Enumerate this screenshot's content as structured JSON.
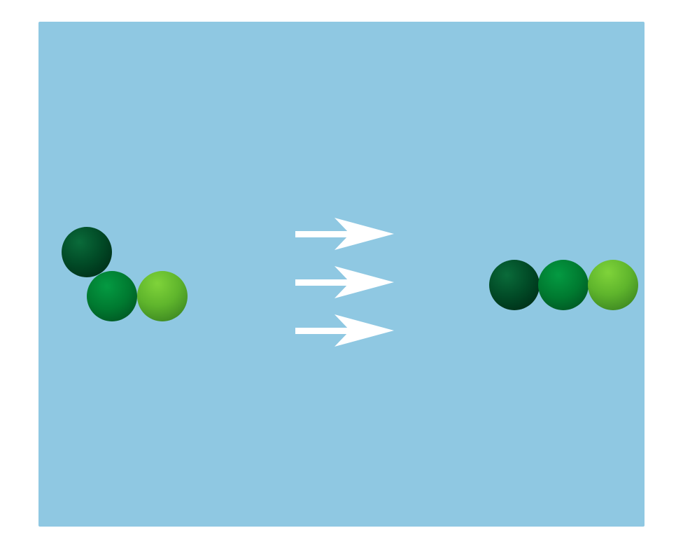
{
  "colors": {
    "background": "#8fc8e2",
    "page": "#ffffff",
    "arrow": "#ffffff",
    "sphere_dark": "#005a2e",
    "sphere_mid": "#008a36",
    "sphere_light": "#66c12e"
  },
  "diagram": {
    "before_state": {
      "spheres": [
        {
          "shade": "dark"
        },
        {
          "shade": "mid"
        },
        {
          "shade": "light"
        }
      ]
    },
    "transition": {
      "icon": "right-arrow-icon",
      "arrow_count": 3
    },
    "after_state": {
      "spheres": [
        {
          "shade": "dark"
        },
        {
          "shade": "mid"
        },
        {
          "shade": "light"
        }
      ]
    }
  }
}
